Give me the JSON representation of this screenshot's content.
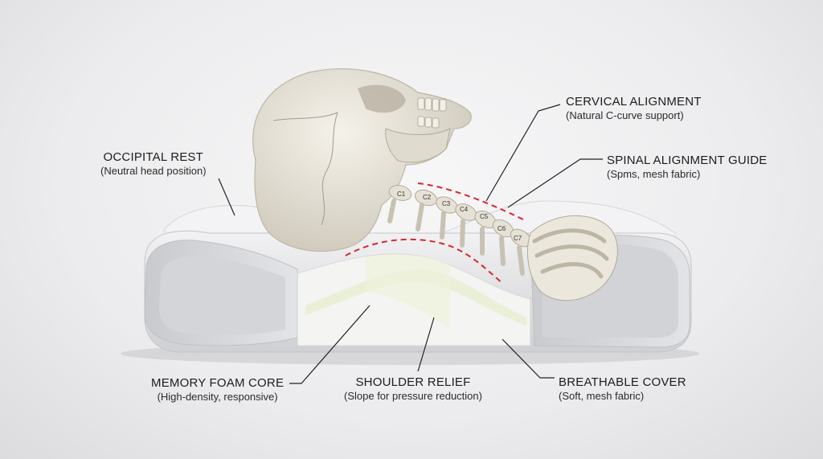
{
  "callouts": {
    "cervical": {
      "title": "CERVICAL ALIGNMENT",
      "sub": "(Natural C-curve support)"
    },
    "occipital": {
      "title": "OCCIPITAL REST",
      "sub": "(Neutral head position)"
    },
    "spinal": {
      "title": "SPINAL ALIGNMENT GUIDE",
      "sub": "(Spms, mesh fabric)"
    },
    "memory": {
      "title": "MEMORY FOAM CORE",
      "sub": "(High-density, responsive)"
    },
    "shoulder": {
      "title": "SHOULDER RELIEF",
      "sub": "(Slope for pressure reduction)"
    },
    "cover": {
      "title": "BREATHABLE COVER",
      "sub": "(Soft, mesh fabric)"
    }
  },
  "vertebrae": [
    "C1",
    "C2",
    "C3",
    "C4",
    "C5",
    "C6",
    "C7"
  ],
  "colors": {
    "guide": "#d8262b",
    "bone": "#e8e4da",
    "pillow": "#d7d8db",
    "foam": "#e9eed6",
    "line": "#222222"
  }
}
